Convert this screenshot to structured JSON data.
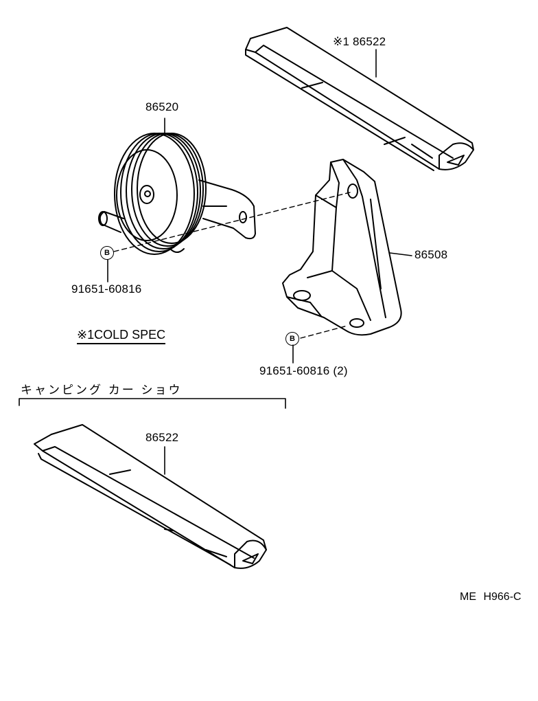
{
  "parts": {
    "seal_cold_top": "※1 86522",
    "horn": "86520",
    "bracket": "86508",
    "bolt_horn": "91651-60816",
    "bolt_bracket": "91651-60816 (2)",
    "seal_camping": "86522"
  },
  "bolt_marker": "B",
  "note": "※1COLD SPEC",
  "section_label": "キャンピング カー ショウ",
  "ref_code": "ME  H966-C"
}
